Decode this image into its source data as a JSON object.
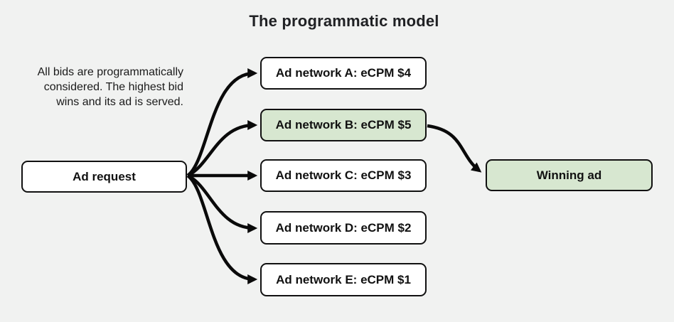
{
  "page": {
    "title": "The programmatic model"
  },
  "note": {
    "text": "All bids are programmatically\nconsidered. The highest bid\nwins and its ad is served."
  },
  "nodes": {
    "ad_request": {
      "label": "Ad request"
    },
    "networks": [
      {
        "label": "Ad network A: eCPM $4",
        "highlighted": false
      },
      {
        "label": "Ad network B: eCPM $5",
        "highlighted": true
      },
      {
        "label": "Ad network C: eCPM $3",
        "highlighted": false
      },
      {
        "label": "Ad network D: eCPM $2",
        "highlighted": false
      },
      {
        "label": "Ad network E: eCPM $1",
        "highlighted": false
      }
    ],
    "winner": {
      "label": "Winning ad"
    }
  },
  "colors": {
    "background": "#f1f2f1",
    "highlight_green": "#d7e7d0",
    "box_border": "#111111",
    "arrow": "#0a0a0a",
    "text": "#202124"
  }
}
